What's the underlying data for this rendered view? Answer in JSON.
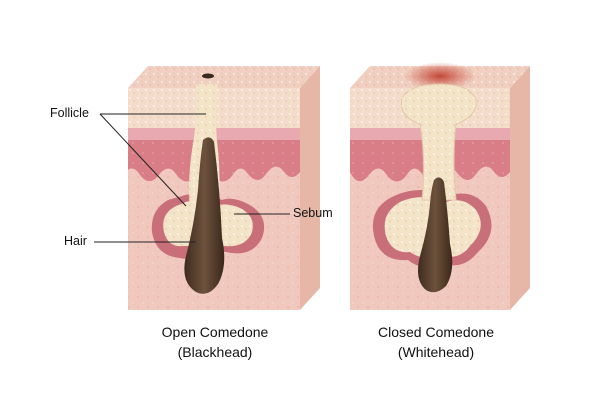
{
  "labels": {
    "follicle": "Follicle",
    "hair": "Hair",
    "sebum": "Sebum"
  },
  "captions": {
    "open": {
      "title": "Open Comedone",
      "subtitle": "(Blackhead)"
    },
    "closed": {
      "title": "Closed Comedone",
      "subtitle": "(Whitehead)"
    }
  },
  "colors": {
    "epidermis_top": "#f4dccb",
    "stratum_corneum": "#e9c7a9",
    "pink_band": "#e8a9b0",
    "dermis_red": "#d97d86",
    "dermis_lower": "#f1c8bd",
    "sebum": "#f3e3c7",
    "hair": "#5a4231",
    "inflammation": "#c0392b"
  }
}
